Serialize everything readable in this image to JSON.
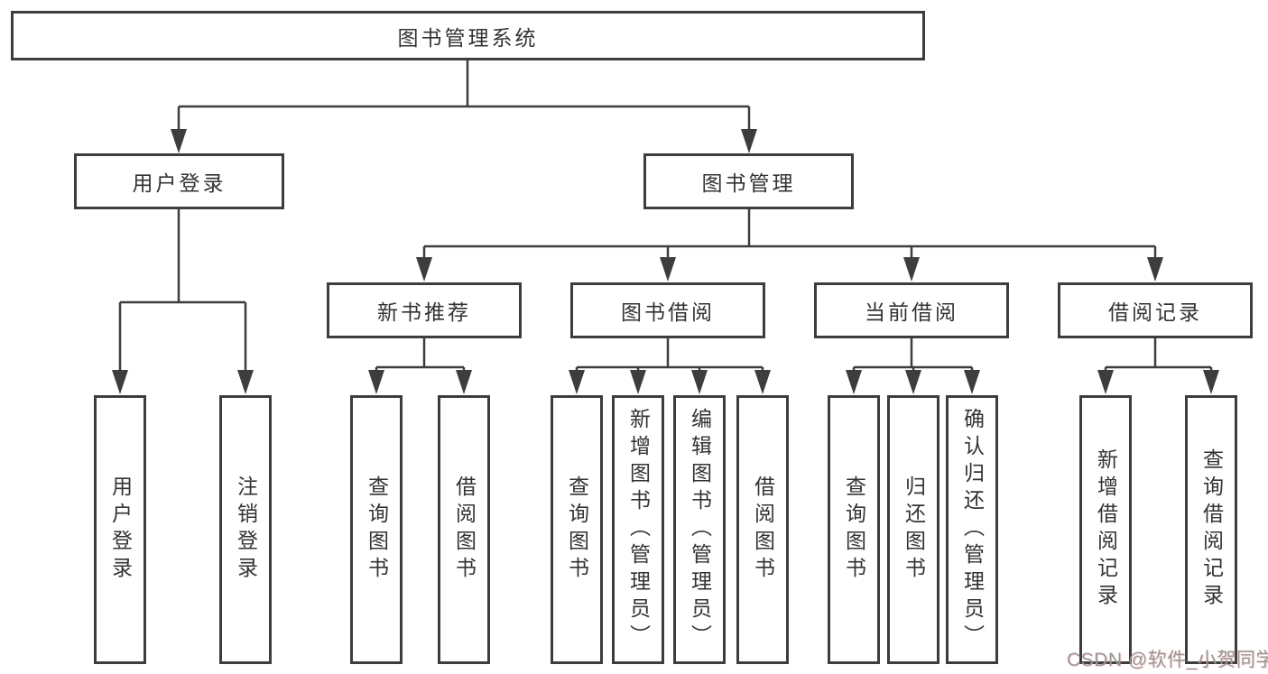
{
  "title": {
    "label": "图书管理系统"
  },
  "level2": {
    "user_login": {
      "label": "用户登录"
    },
    "book_management": {
      "label": "图书管理"
    }
  },
  "level3": {
    "new_book_recommend": {
      "label": "新书推荐"
    },
    "book_borrow": {
      "label": "图书借阅"
    },
    "current_borrow": {
      "label": "当前借阅"
    },
    "borrow_records": {
      "label": "借阅记录"
    }
  },
  "leaves": {
    "user_login": {
      "label": "用户登录"
    },
    "logout": {
      "label": "注销登录"
    },
    "nb_query_book": {
      "label": "查询图书"
    },
    "nb_borrow_book": {
      "label": "借阅图书"
    },
    "bb_query_book": {
      "label": "查询图书"
    },
    "bb_add_book_admin": {
      "label": "新增图书（管理员）"
    },
    "bb_edit_book_admin": {
      "label": "编辑图书（管理员）"
    },
    "bb_borrow_book": {
      "label": "借阅图书"
    },
    "cb_query_book": {
      "label": "查询图书"
    },
    "cb_return_book": {
      "label": "归还图书"
    },
    "cb_confirm_return_admin": {
      "label": "确认归还（管理员）"
    },
    "br_add_record": {
      "label": "新增借阅记录"
    },
    "br_query_record": {
      "label": "查询借阅记录"
    }
  },
  "watermark": {
    "text": "CSDN @软件_小贺同学"
  },
  "colors": {
    "line": "#3d3d3d",
    "text": "#333333",
    "watermark": "#979797",
    "background": "#ffffff"
  }
}
